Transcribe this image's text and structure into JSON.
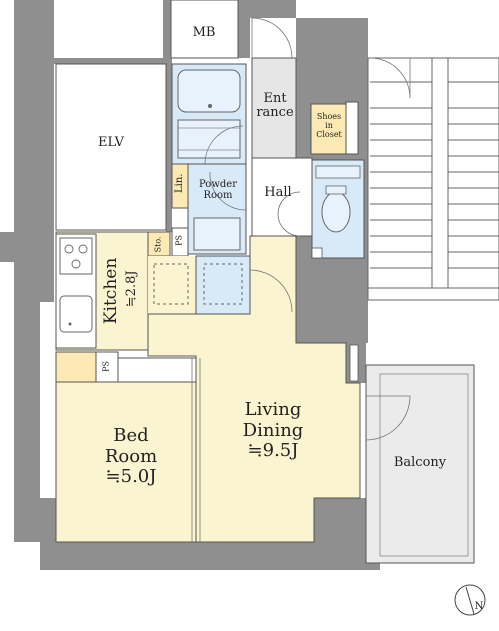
{
  "rooms": {
    "mb": "MB",
    "elv": "ELV",
    "entrance": [
      "Ent",
      "rance"
    ],
    "shoes_closet": [
      "Shoes",
      "in",
      "Closet"
    ],
    "hall": "Hall",
    "linen": "Lin.",
    "powder_room": [
      "Powder",
      "Room"
    ],
    "ps_upper": "PS",
    "storage": "Sto.",
    "kitchen": "Kitchen",
    "kitchen_area": "≒2.8J",
    "ps_lower": "PS",
    "bed_room": [
      "Bed",
      "Room"
    ],
    "bed_area": "≒5.0J",
    "living_dining": [
      "Living",
      "Dining"
    ],
    "living_area": "≒9.5J",
    "balcony": "Balcony"
  },
  "compass": {
    "label": "N"
  },
  "colors": {
    "wall": "#8f8f8f",
    "room_yellow": "#fbf4d0",
    "wet_blue": "#d8e9f8",
    "entrance_gray": "#e6e6e6",
    "balcony_gray": "#ebebeb",
    "closet_yellow": "#fde9b3",
    "outline": "#555555"
  }
}
